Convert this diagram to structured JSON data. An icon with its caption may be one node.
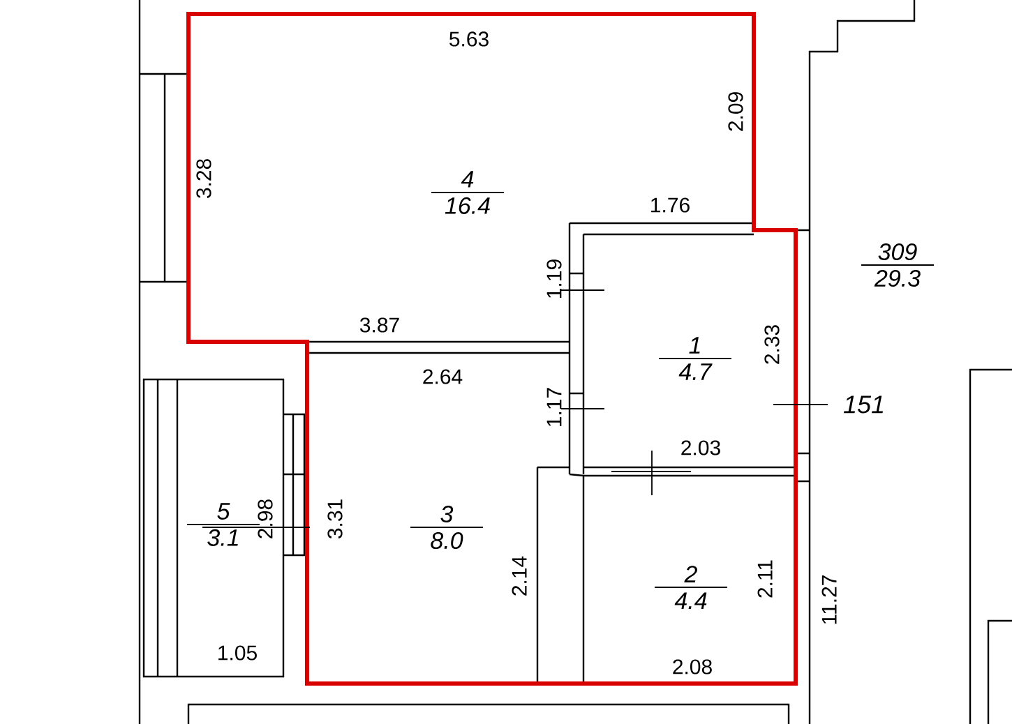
{
  "diagram": {
    "nodes": [
      {
        "text": [
          "4",
          "16.4"
        ]
      },
      {
        "text": [
          "309",
          "29.3"
        ]
      },
      {
        "text": [
          "1",
          "4.7"
        ]
      },
      {
        "text": [
          "3",
          "8.0"
        ]
      },
      {
        "text": [
          "5",
          "3.1"
        ]
      },
      {
        "text": [
          "2",
          "4.4"
        ]
      }
    ],
    "edges": [],
    "labels": [
      "5.63",
      "3.28",
      "2.09",
      "1.76",
      "1.19",
      "3.87",
      "2.33",
      "2.64",
      "1.17",
      "151",
      "2.03",
      "3.31",
      "2.98",
      "2.14",
      "2.11",
      "11.27",
      "1.05",
      "2.08"
    ]
  }
}
